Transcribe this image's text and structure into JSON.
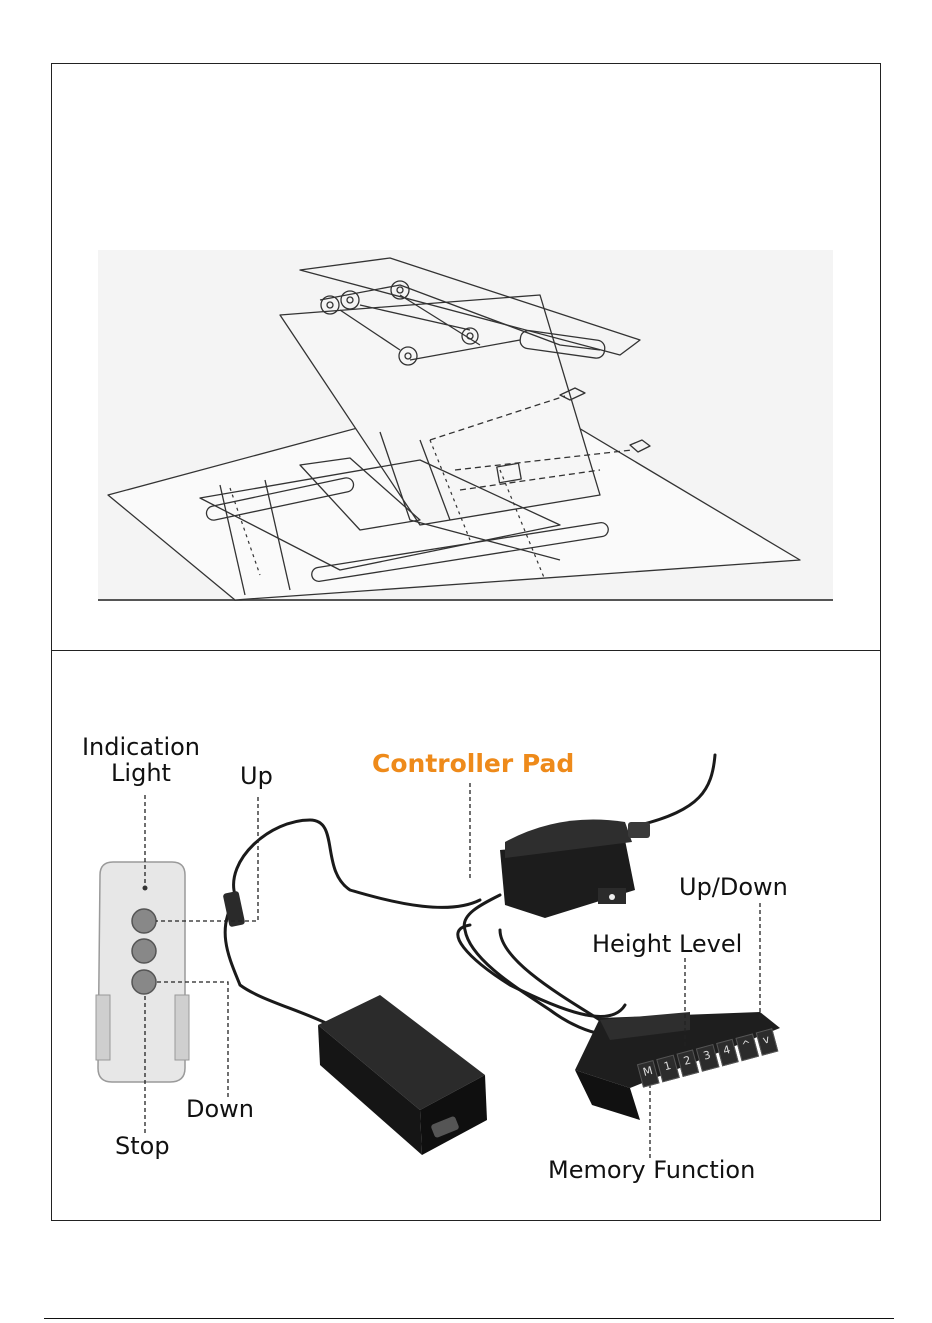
{
  "labels": {
    "indication_light_line1": "Indication",
    "indication_light_line2": "Light",
    "up": "Up",
    "controller_pad": "Controller Pad",
    "up_down": "Up/Down",
    "height_level": "Height Level",
    "down": "Down",
    "stop": "Stop",
    "memory_function": "Memory Function"
  },
  "keypad": {
    "keys": [
      "M",
      "1",
      "2",
      "3",
      "4",
      "^",
      "v"
    ]
  },
  "colors": {
    "accent": "#ee8a1a",
    "device_dark": "#1a1a1a",
    "remote_body": "#e6e6e6",
    "line": "#222222"
  }
}
